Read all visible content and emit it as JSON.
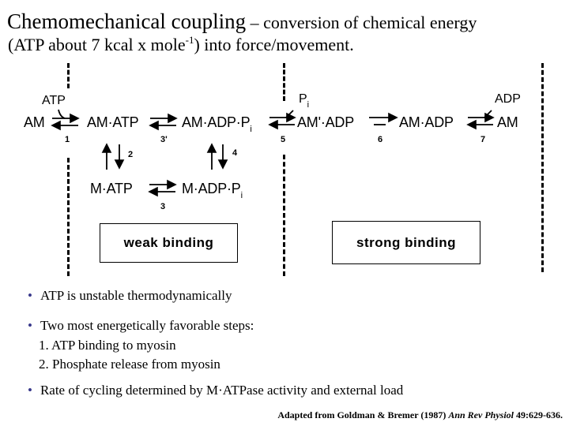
{
  "title": {
    "line1_main": "Chemomechanical coupling",
    "line1_rest": " – conversion of chemical energy",
    "line2_before": "(ATP about 7 kcal x mole",
    "line2_sup": "-1",
    "line2_after": ") into force/movement."
  },
  "diagram": {
    "species": {
      "am_left": "AM",
      "am_atp": "AM·ATP",
      "am_adp_pi": "AM·ADP·P",
      "am_adp_pi_sub": "i",
      "am_prime_adp": "AM'·ADP",
      "am_adp": "AM·ADP",
      "am_right": "AM",
      "m_atp": "M·ATP",
      "m_adp_pi": "M·ADP·P",
      "m_adp_pi_sub": "i"
    },
    "ligands": {
      "atp_in": "ATP",
      "pi_out": "P",
      "pi_out_sub": "i",
      "adp_out": "ADP"
    },
    "steps": {
      "s1": "1",
      "s2": "2",
      "s3": "3",
      "s3prime": "3'",
      "s4": "4",
      "s5": "5",
      "s6": "6",
      "s7": "7"
    },
    "boxes": {
      "weak": "weak binding",
      "strong": "strong binding"
    }
  },
  "bullets": [
    {
      "text": "ATP is unstable thermodynamically"
    },
    {
      "text": "Two most energetically favorable steps:",
      "sub_items": [
        "1. ATP binding to myosin",
        "2. Phosphate release from myosin"
      ]
    },
    {
      "text": "Rate of cycling determined by M·ATPase activity and external load"
    }
  ],
  "citation": {
    "prefix": "Adapted from Goldman & Bremer (1987) ",
    "journal": "Ann Rev Physiol",
    "suffix": " 49:629-636."
  },
  "colors": {
    "bullet": "#3a3a8c",
    "text": "#000000"
  }
}
